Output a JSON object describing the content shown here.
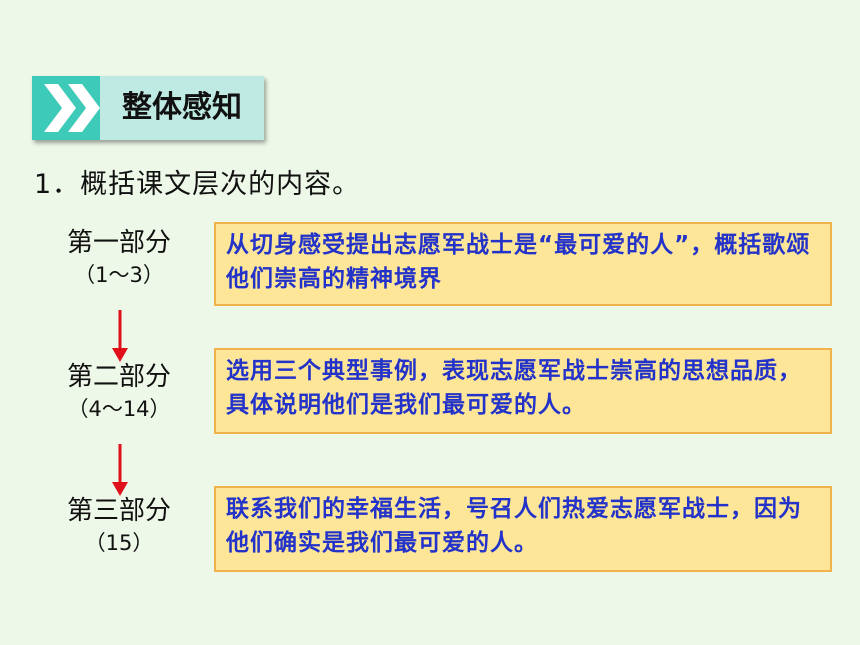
{
  "header": {
    "title": "整体感知",
    "icon": "double-chevron-icon",
    "accent": "#3dcab9"
  },
  "question": "1．概括课文层次的内容。",
  "parts": [
    {
      "name": "第一部分",
      "range": "（1～3）",
      "summary": "从切身感受提出志愿军战士是“最可爱的人”，概括歌颂他们崇高的精神境界"
    },
    {
      "name": "第二部分",
      "range": "（4～14）",
      "summary": "选用三个典型事例，表现志愿军战士崇高的思想品质，具体说明他们是我们最可爱的人。"
    },
    {
      "name": "第三部分",
      "range": "（15）",
      "summary": "联系我们的幸福生活，号召人们热爱志愿军战士，因为他们确实是我们最可爱的人。"
    }
  ],
  "colors": {
    "box_fill": "#fde697",
    "box_border": "#f0b24a",
    "summary_text": "#2333c9",
    "arrow": "#e0101a"
  }
}
